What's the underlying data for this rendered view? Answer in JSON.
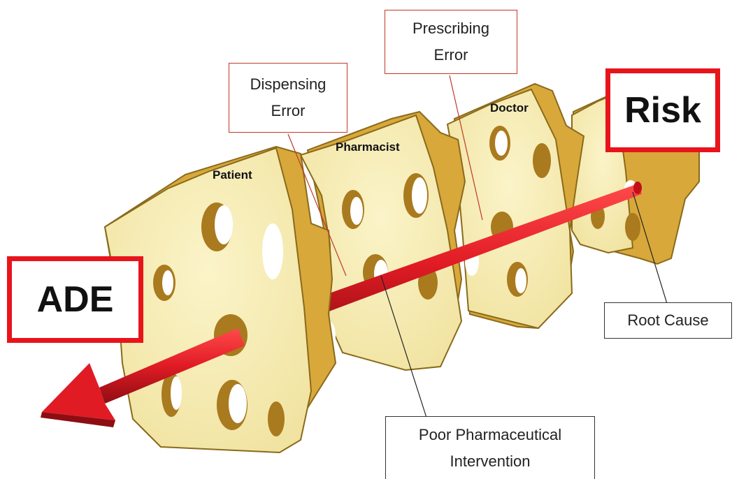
{
  "labels": {
    "risk": "Risk",
    "ade": "ADE",
    "prescribing": "Prescribing Error",
    "prescribing_l1": "Prescribing",
    "prescribing_l2": "Error",
    "dispensing": "Dispensing Error",
    "dispensing_l1": "Dispensing",
    "dispensing_l2": "Error",
    "root_cause": "Root Cause",
    "poor_l1": "Poor Pharmaceutical",
    "poor_l2": "Intervention",
    "patient": "Patient",
    "pharmacist": "Pharmacist",
    "doctor": "Doctor"
  },
  "colors": {
    "cheese_face": "#f7ecb0",
    "cheese_side": "#d8a83b",
    "hole_shadow": "#a97a1e",
    "arrow": "#e01b24",
    "box_border_red": "#e8141c",
    "callout_border": "#c0392b"
  }
}
